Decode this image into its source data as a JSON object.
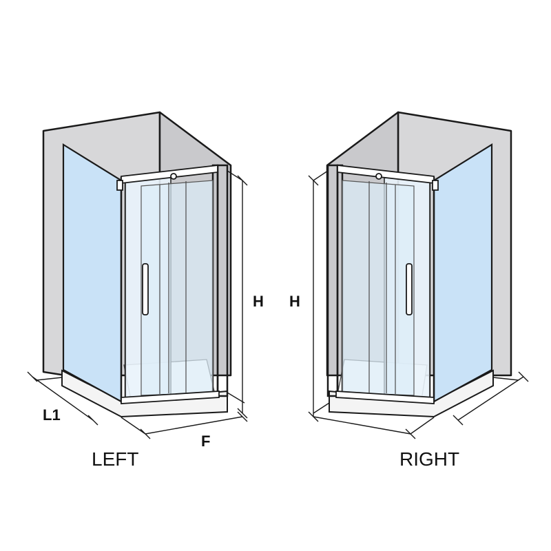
{
  "left_view": {
    "caption": "LEFT",
    "dim_height": "H",
    "dim_side": "L1",
    "dim_front": "F"
  },
  "right_view": {
    "caption": "RIGHT",
    "dim_height": "H"
  }
}
